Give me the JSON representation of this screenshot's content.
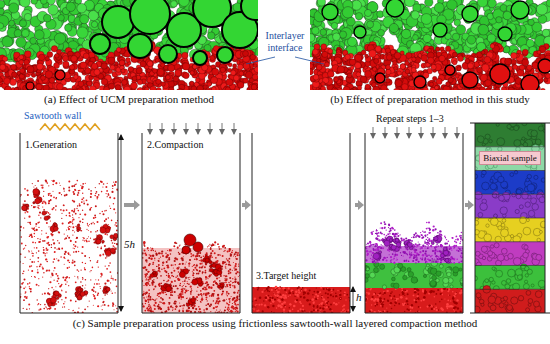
{
  "diagram": {
    "nodes": [
      {
        "text": [
          "Biaxial sample"
        ]
      }
    ],
    "labels": [
      "Interlayer interface",
      "(a) Effect of UCM preparation method",
      "(b) Effect of preparation method in this study",
      "Sawtooth wall",
      "1.Generation",
      "5h",
      "2.Compaction",
      "3.Target height",
      "h",
      "Repeat steps 1–3",
      "(c) Sample preparation process using frictionless sawtooth-wall layered compaction method"
    ]
  }
}
